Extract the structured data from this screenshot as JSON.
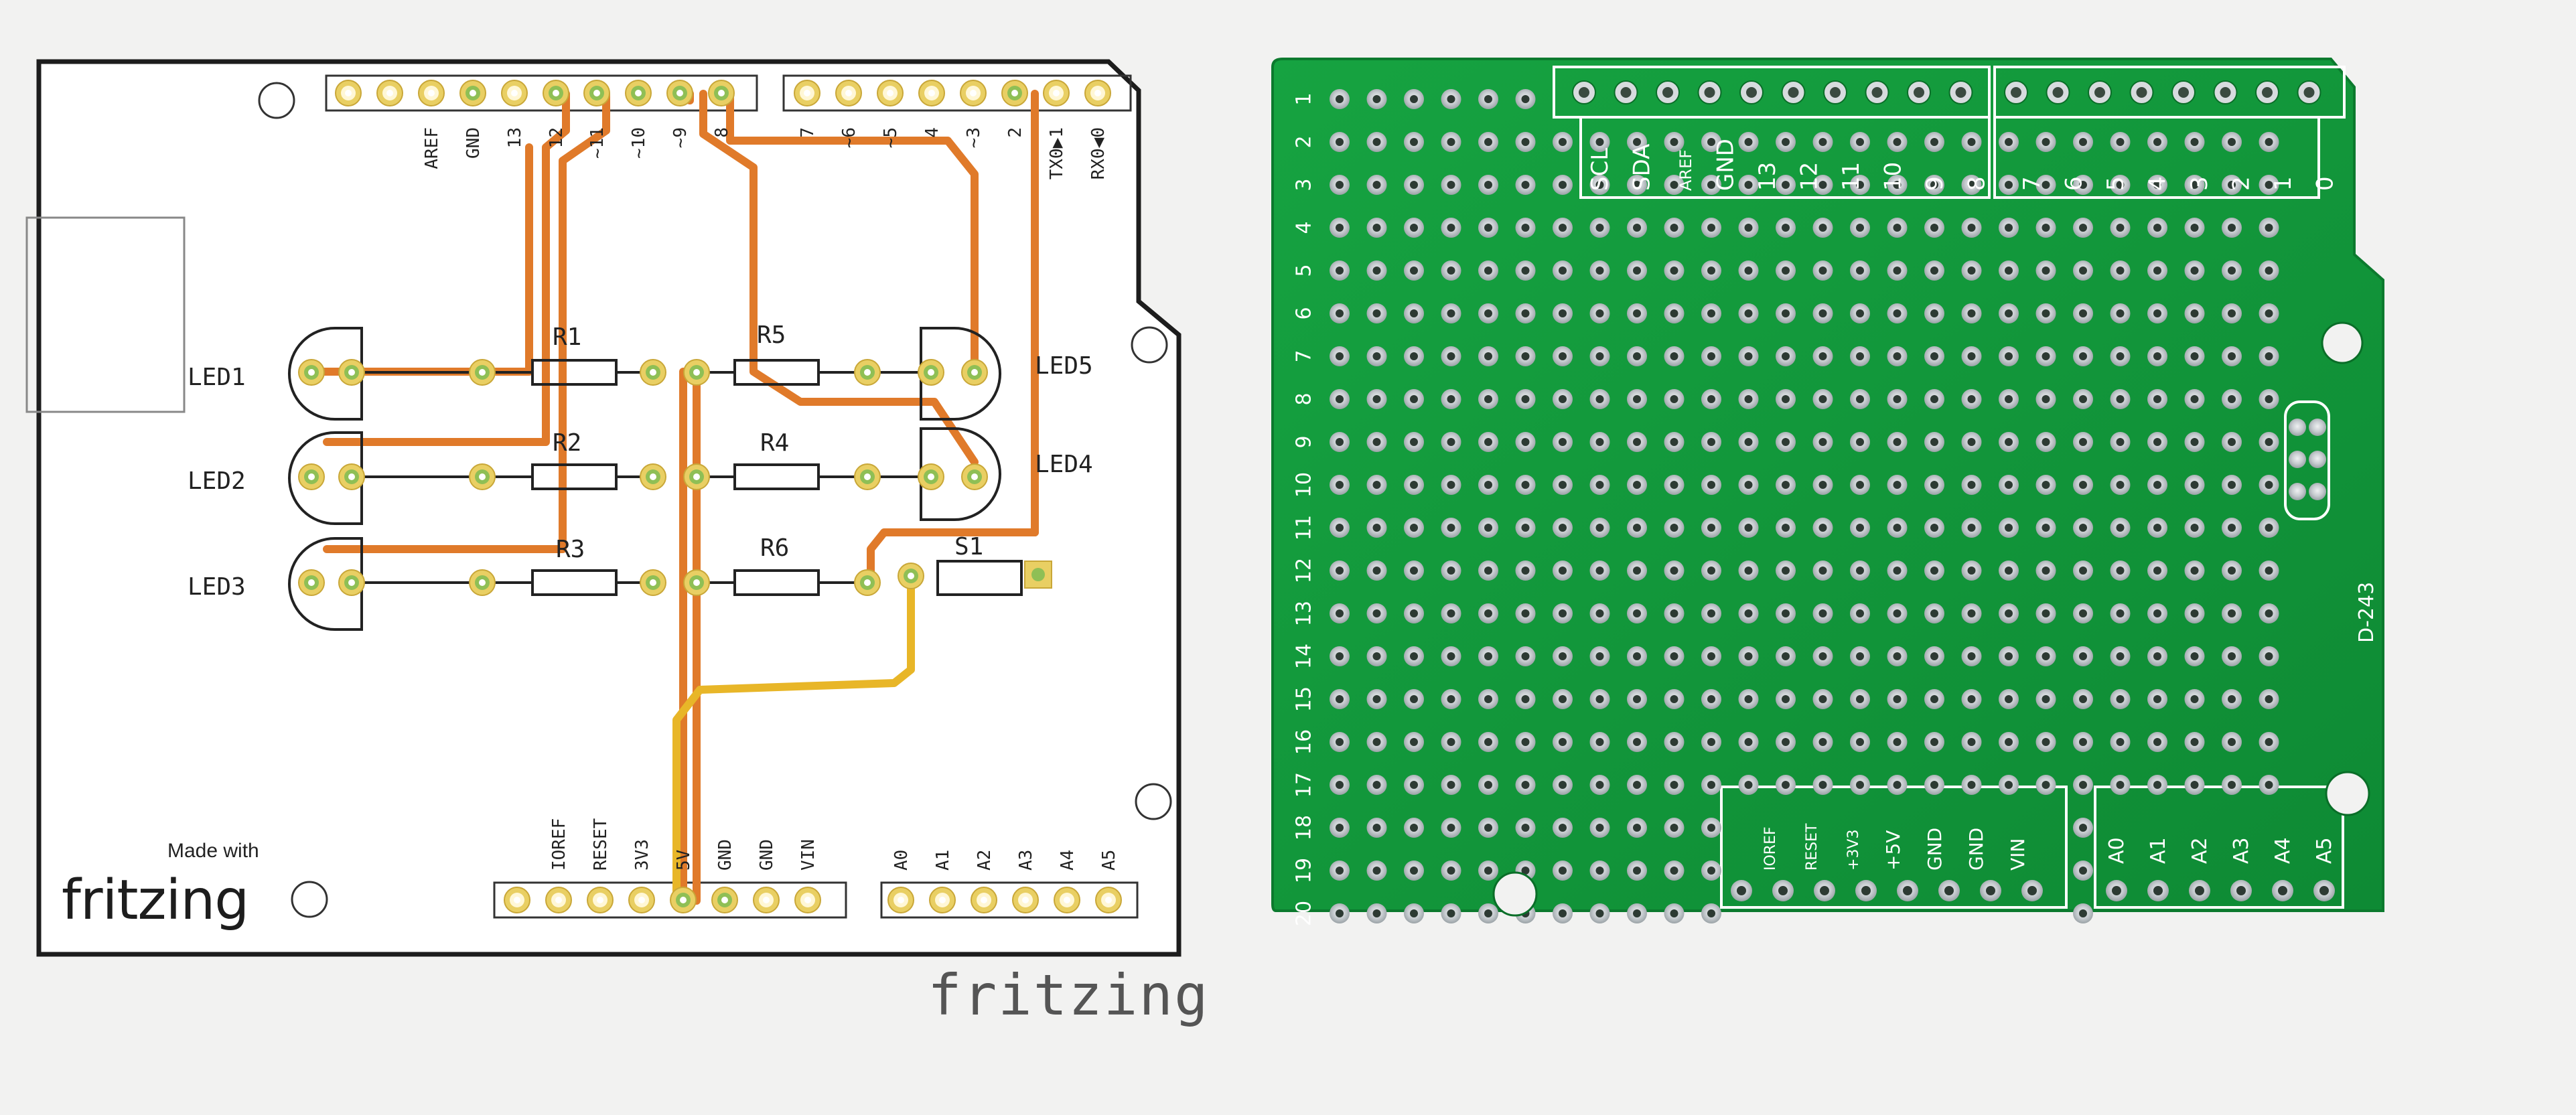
{
  "colors": {
    "paper": "#f2f2f1",
    "pcb_outline": "#1d1d1d",
    "trace_orange": "#e07a2a",
    "trace_yellow": "#e8b628",
    "pad_ring": "#e3c24a",
    "pad_green": "#8fbf55",
    "board_green": "#119a3a",
    "silk_white": "#ffffff",
    "drill": "#c9cdd0"
  },
  "schematic": {
    "top_header_labels": [
      "AREF",
      "GND",
      "13",
      "12",
      "~11",
      "~10",
      "~9",
      "8",
      "7",
      "~6",
      "~5",
      "4",
      "~3",
      "2",
      "TX0▶1",
      "RX0◀0"
    ],
    "bottom_header_labels": [
      "IOREF",
      "RESET",
      "3V3",
      "5V",
      "GND",
      "GND",
      "VIN",
      "A0",
      "A1",
      "A2",
      "A3",
      "A4",
      "A5"
    ],
    "parts": {
      "led1": "LED1",
      "led2": "LED2",
      "led3": "LED3",
      "led4": "LED4",
      "led5": "LED5",
      "r1": "R1",
      "r2": "R2",
      "r3": "R3",
      "r4": "R4",
      "r5": "R5",
      "r6": "R6",
      "s1": "S1"
    },
    "made_with": "Made with",
    "brand_inner": "fritzing",
    "brand_outer": "fritzing"
  },
  "protoboard": {
    "row_numbers": [
      "1",
      "2",
      "3",
      "4",
      "5",
      "6",
      "7",
      "8",
      "9",
      "10",
      "11",
      "12",
      "13",
      "14",
      "15",
      "16",
      "17",
      "18",
      "19",
      "20"
    ],
    "top_header_labels": [
      "SCL",
      "SDA",
      "AREF",
      "GND",
      "13",
      "12",
      "11",
      "10",
      "9",
      "8",
      "7",
      "6",
      "5",
      "4",
      "3",
      "2",
      "1",
      "0"
    ],
    "bottom_power_labels": [
      "IOREF",
      "RESET",
      "+3V3",
      "+5V",
      "GND",
      "GND",
      "VIN"
    ],
    "bottom_analog_labels": [
      "A0",
      "A1",
      "A2",
      "A3",
      "A4",
      "A5"
    ],
    "board_code": "D-243"
  }
}
